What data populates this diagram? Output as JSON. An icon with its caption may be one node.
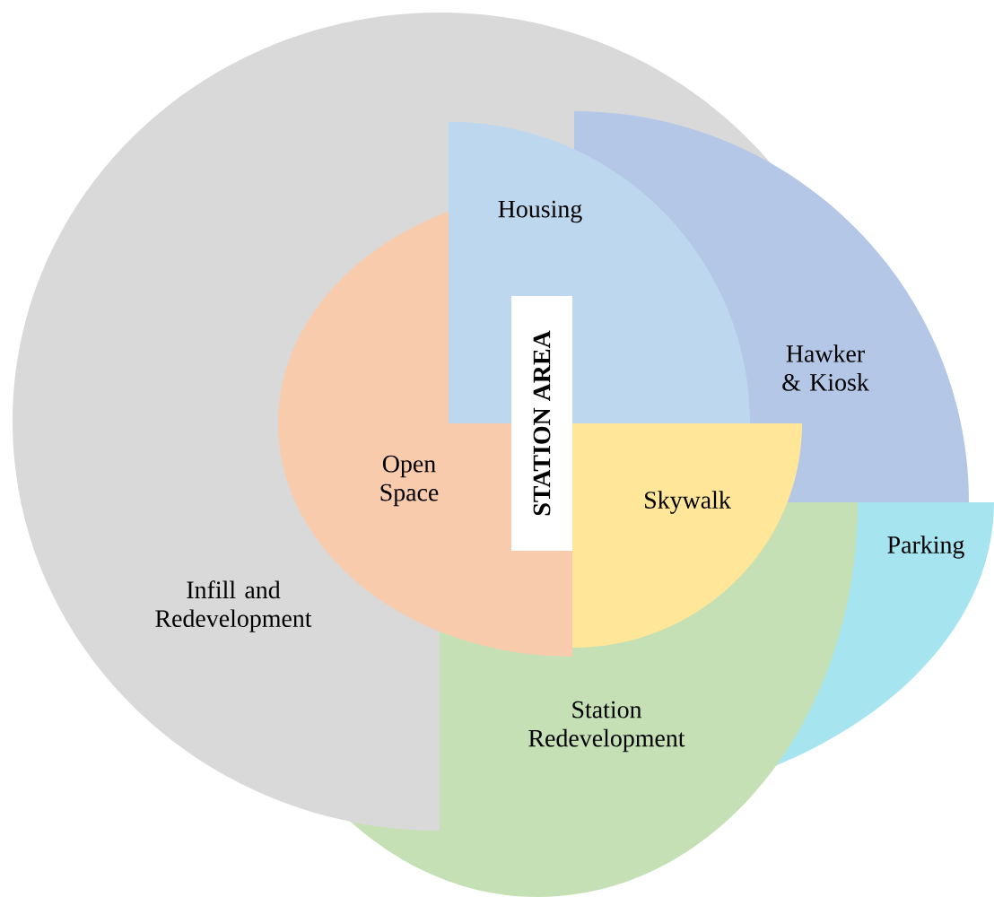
{
  "diagram": {
    "nodes": [
      {
        "text": [
          "Housing"
        ]
      },
      {
        "text": [
          "STATION AREA"
        ]
      },
      {
        "text": [
          "Hawker & Kiosk"
        ]
      },
      {
        "text": [
          "Open Space"
        ]
      },
      {
        "text": [
          "Skywalk"
        ]
      },
      {
        "text": [
          "Parking"
        ]
      },
      {
        "text": [
          "Infill and Redevelopment"
        ]
      },
      {
        "text": [
          "Station Redevelopment"
        ]
      }
    ]
  }
}
